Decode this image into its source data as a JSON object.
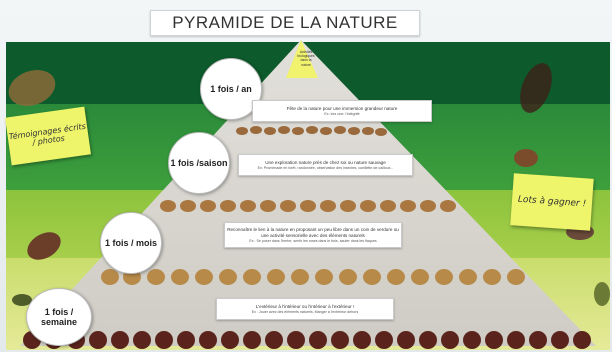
{
  "title": "PYRAMIDE DE LA NATURE",
  "apex_note": {
    "lines": [
      "Activités",
      "biologiques",
      "dans ta",
      "nature"
    ]
  },
  "levels": [
    {
      "frequency": "1 fois / an",
      "main": "Fête de la nature pour une immersion grandeur nature",
      "sub": "Ex: lors une: l'intégrité"
    },
    {
      "frequency": "1 fois /saison",
      "main": "Une exploration nature près de chez soi ou nature sauvage",
      "sub": "Ex: Promenade en forêt, randonnée, observation des insectes, cueillette de cailloux..."
    },
    {
      "frequency": "1 fois / mois",
      "main": "Reconnaître le lien à la nature en proposant un peu libre dans un coin de verdure ou",
      "sub": "une activité sensorielle avec des éléments naturels",
      "sub2": "Ex : Se poser dans l'herbe, sentir les roses dans le bois, sauter dans les flaques"
    },
    {
      "frequency": "1 fois / semaine",
      "main": "L'extérieur à l'intérieur ou l'intérieur à l'extérieur !",
      "sub": "Ex : Jouer avec des éléments naturels, Manger à l'extérieur dehors"
    }
  ],
  "sticky_notes": [
    {
      "text": "Témoignages écrits / photos"
    },
    {
      "text": "Lots à gagner !"
    }
  ],
  "colors": {
    "dark_green": "#0d5a2c",
    "mid_green": "#3e9f3c",
    "light_green": "#a7cf4b",
    "pale_green": "#e5ea98",
    "sticky": "#eef56a",
    "pyramid": "#d8d5cf",
    "leaf_brown": "#a9773f",
    "leaf_dark": "#5a241c"
  }
}
